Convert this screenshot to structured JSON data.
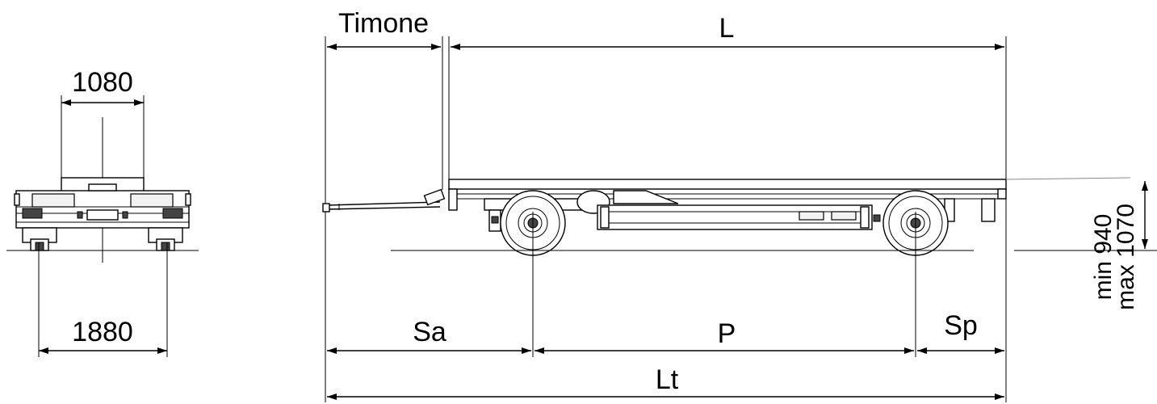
{
  "labels": {
    "front_track": "1080",
    "front_wheel_track": "1880",
    "drawbar": "Timone",
    "length": "L",
    "front_overhang": "Sa",
    "wheelbase": "P",
    "rear_overhang": "Sp",
    "total_length": "Lt",
    "height_min": "min 940",
    "height_max": "max 1070"
  }
}
